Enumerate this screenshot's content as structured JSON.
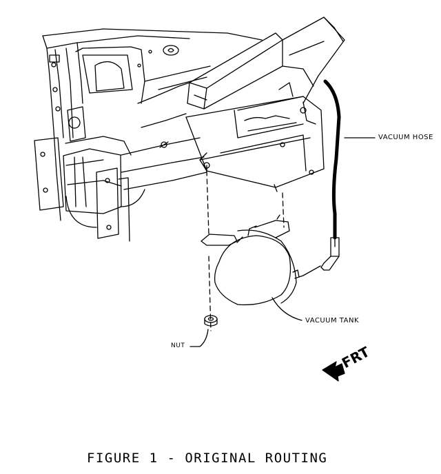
{
  "figure": {
    "caption": "FIGURE 1 - ORIGINAL ROUTING",
    "labels": {
      "vacuum_hose": "VACUUM HOSE",
      "vacuum_tank": "VACUUM TANK",
      "nut": "NUT"
    },
    "direction_indicator": "FRT"
  },
  "colors": {
    "ink": "#000000",
    "paper": "#ffffff"
  }
}
